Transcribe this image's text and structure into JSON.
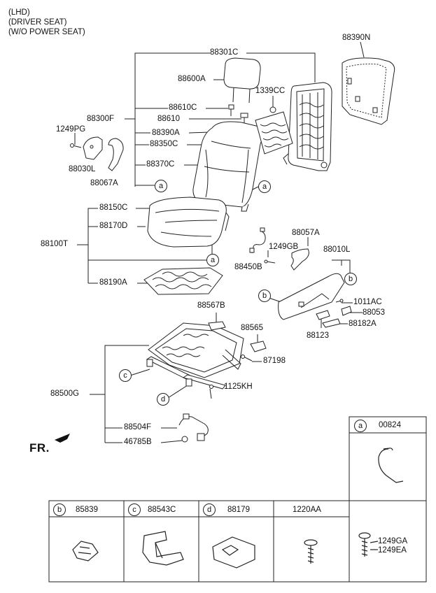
{
  "header": {
    "line1": "(LHD)",
    "line2": "(DRIVER SEAT)",
    "line3": "(W/O POWER SEAT)"
  },
  "direction": {
    "label": "FR."
  },
  "parts": {
    "p88301C": "88301C",
    "p88390N": "88390N",
    "p88600A": "88600A",
    "p1339CC": "1339CC",
    "p88610C": "88610C",
    "p88610": "88610",
    "p88300F": "88300F",
    "p1249PG": "1249PG",
    "p88390A": "88390A",
    "p88350C": "88350C",
    "p88030L": "88030L",
    "p88370C": "88370C",
    "p88067A": "88067A",
    "p88150C": "88150C",
    "p88170D": "88170D",
    "p88100T": "88100T",
    "p88190A": "88190A",
    "p88057A": "88057A",
    "p1249GB": "1249GB",
    "p88010L": "88010L",
    "p88450B": "88450B",
    "p1011AC": "1011AC",
    "p88053": "88053",
    "p88182A": "88182A",
    "p88123": "88123",
    "p88567B": "88567B",
    "p88565": "88565",
    "p87198": "87198",
    "p88500G": "88500G",
    "p1125KH": "1125KH",
    "p88504F": "88504F",
    "p46785B": "46785B"
  },
  "callouts": {
    "a": "a",
    "b": "b",
    "c": "c",
    "d": "d"
  },
  "legend": {
    "a_letter": "a",
    "a_part": "00824",
    "b_letter": "b",
    "b_part": "85839",
    "c_letter": "c",
    "c_part": "88543C",
    "d_letter": "d",
    "d_part": "88179",
    "e_part": "1220AA",
    "f_part1": "1249GA",
    "f_part2": "1249EA"
  }
}
